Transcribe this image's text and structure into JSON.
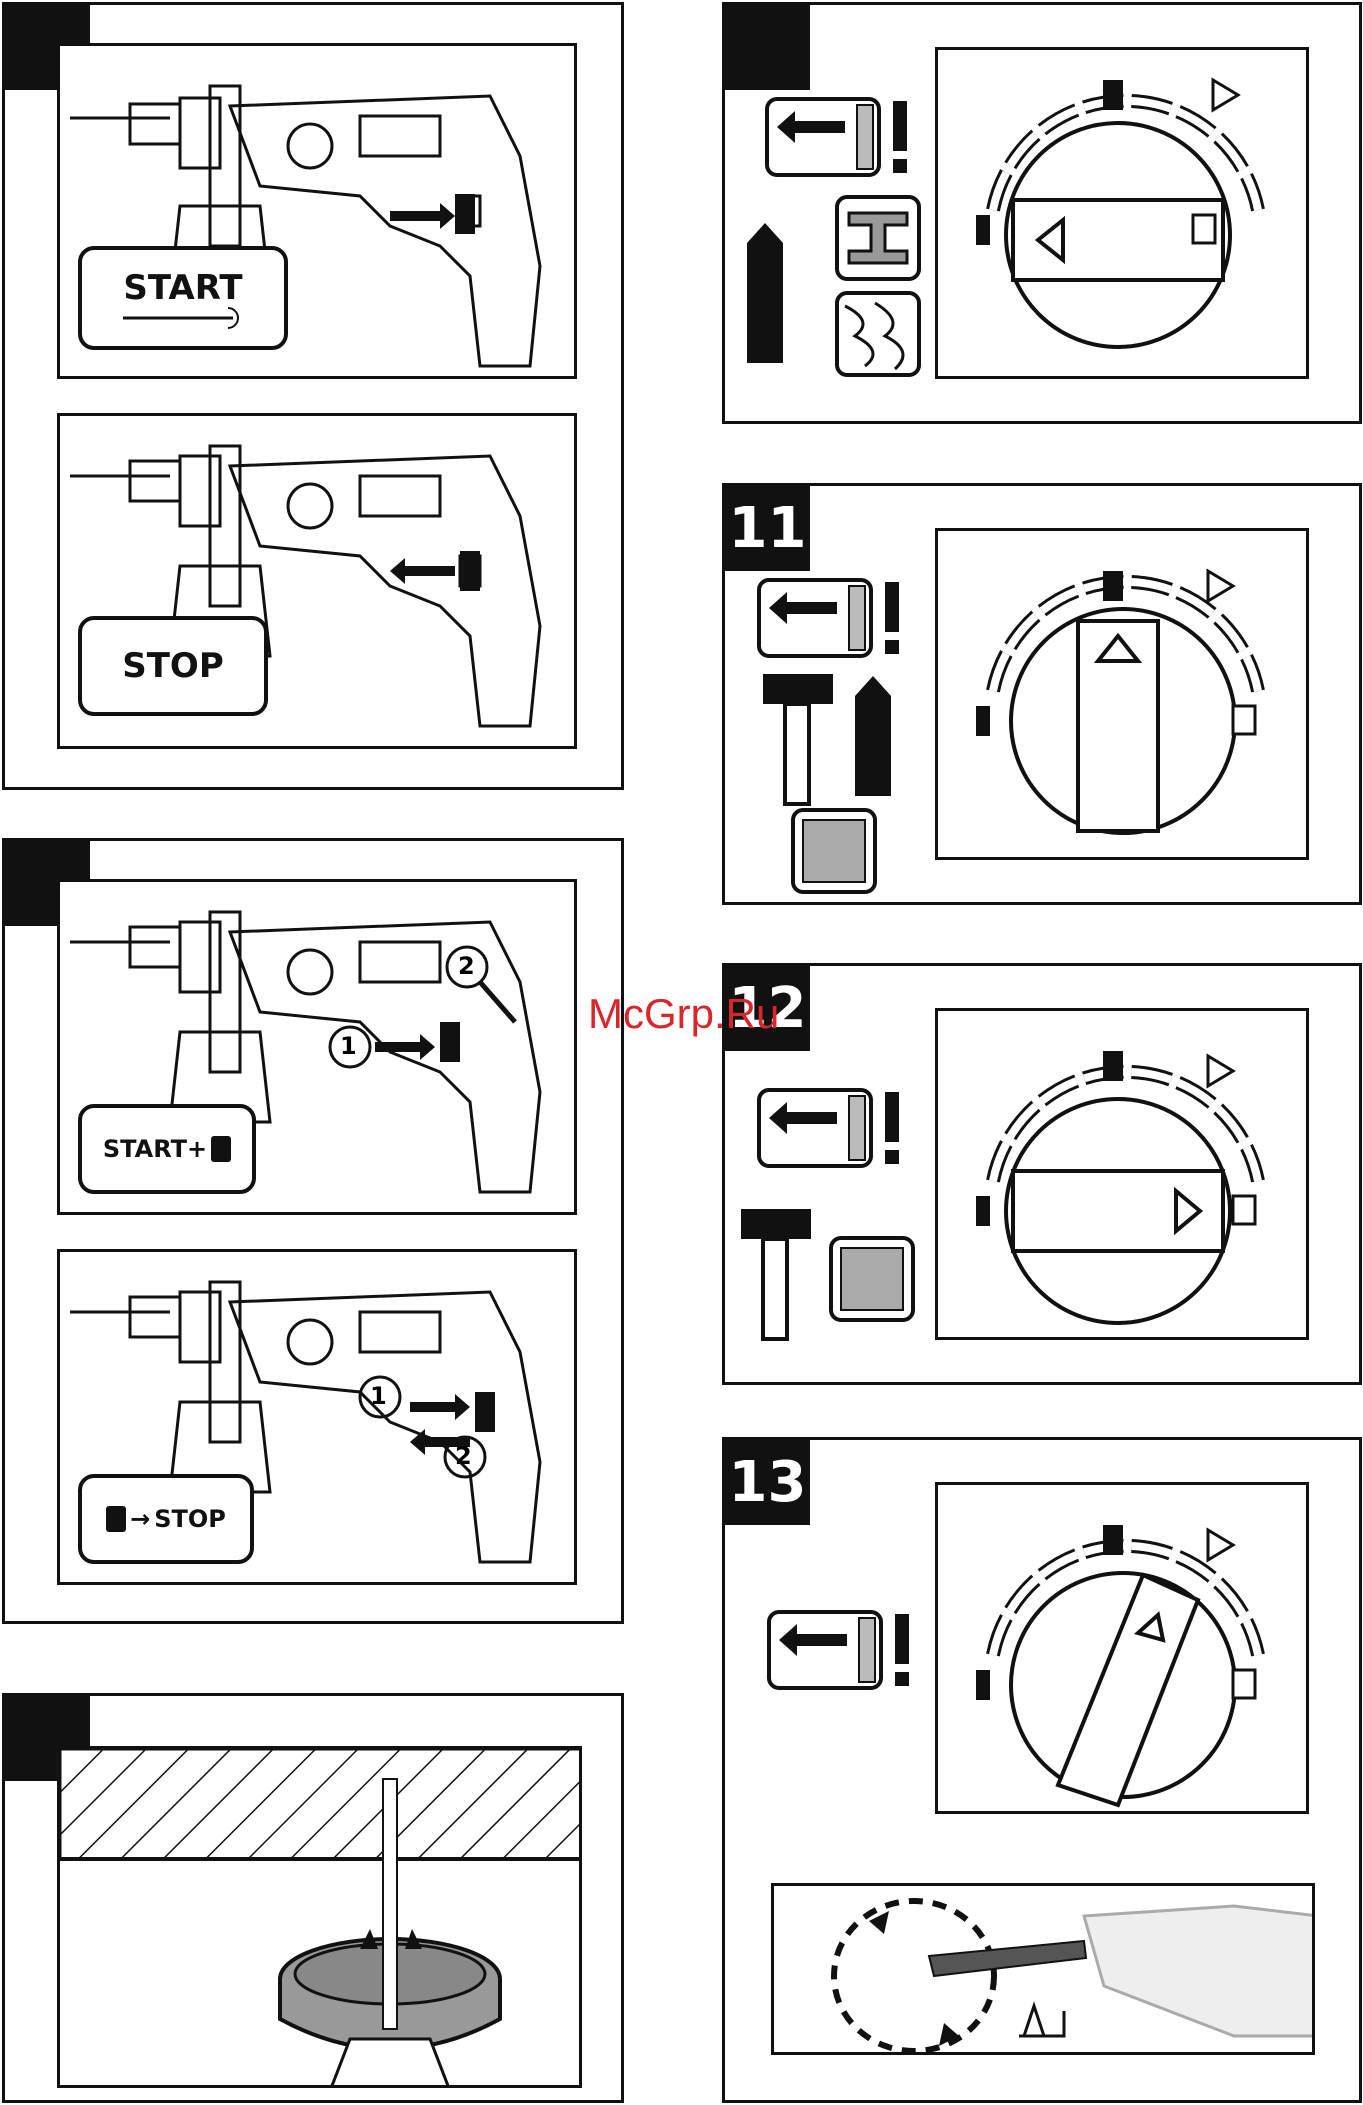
{
  "panels": {
    "p9": {
      "number": ""
    },
    "p10": {
      "number": ""
    },
    "p11": {
      "number": "11"
    },
    "p12": {
      "number": "12"
    },
    "p13": {
      "number": "13"
    },
    "pSwitch": {
      "number": ""
    },
    "pLock": {
      "number": ""
    },
    "pDust": {
      "number": ""
    }
  },
  "labels": {
    "start": "START",
    "stop": "STOP",
    "start_lock": "START+",
    "lock_stop": "STOP",
    "step1": "1",
    "step2": "2"
  },
  "watermark": "McGrp.Ru",
  "colors": {
    "ink": "#111111",
    "watermark": "#d9252b"
  }
}
